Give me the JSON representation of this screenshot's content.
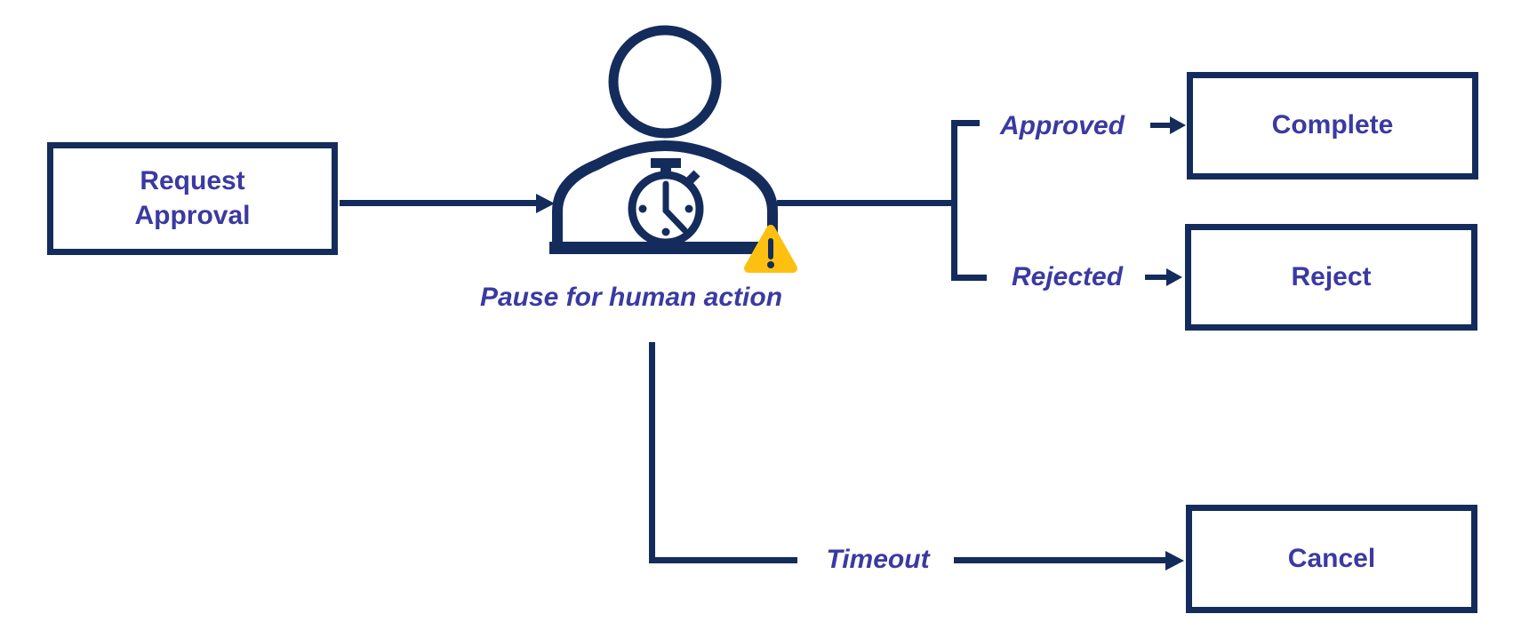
{
  "colors": {
    "navy": "#142C5C",
    "purple": "#3A3AA2",
    "warning_yellow": "#FDC011",
    "background": "#FFFFFF"
  },
  "nodes": {
    "request_approval": {
      "label": "Request Approval"
    },
    "complete": {
      "label": "Complete"
    },
    "reject": {
      "label": "Reject"
    },
    "cancel": {
      "label": "Cancel"
    }
  },
  "pause_step": {
    "caption": "Pause for human action",
    "icons": {
      "person": "person-icon",
      "stopwatch": "stopwatch-icon",
      "warning": "warning-triangle-icon"
    }
  },
  "edges": {
    "approved": {
      "label": "Approved"
    },
    "rejected": {
      "label": "Rejected"
    },
    "timeout": {
      "label": "Timeout"
    }
  }
}
